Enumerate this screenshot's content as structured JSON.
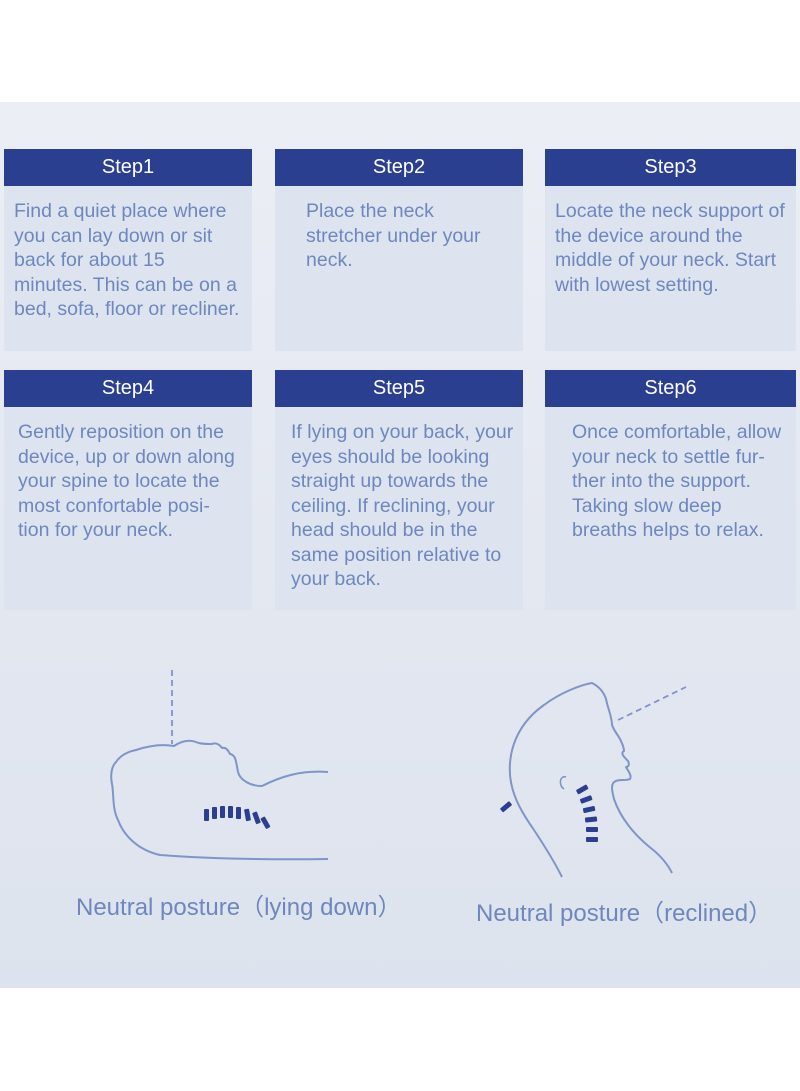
{
  "steps": [
    {
      "title": "Step1",
      "text": "Find a quiet place where you can lay down or sit back for about 15 minutes. This can be on a bed, sofa, floor or recliner."
    },
    {
      "title": "Step2",
      "text": "Place the neck stretcher under your neck."
    },
    {
      "title": "Step3",
      "text": "Locate the neck support of the device around the middle of your neck. Start with lowest setting."
    },
    {
      "title": "Step4",
      "text": "Gently reposition on the device, up or down along your spine to locate the most confortable posi-tion for your neck."
    },
    {
      "title": "Step5",
      "text": "If lying on your back, your eyes should be looking straight up towards the ceiling. If reclining, your head should be in the same position relative to your back."
    },
    {
      "title": "Step6",
      "text": "Once comfortable, allow your neck to settle fur-ther into the support. Taking slow deep breaths helps to relax."
    }
  ],
  "illustrations": {
    "lying": {
      "caption": "Neutral posture（lying down）",
      "icon": "lying-head-profile-icon"
    },
    "reclined": {
      "caption": "Neutral posture（reclined）",
      "icon": "reclined-head-profile-icon"
    }
  },
  "colors": {
    "header": "#2a3f8f",
    "card": "#dde4f0",
    "text": "#6f87be",
    "outline": "#7f95c8",
    "vertebrae": "#2a3f8f"
  }
}
